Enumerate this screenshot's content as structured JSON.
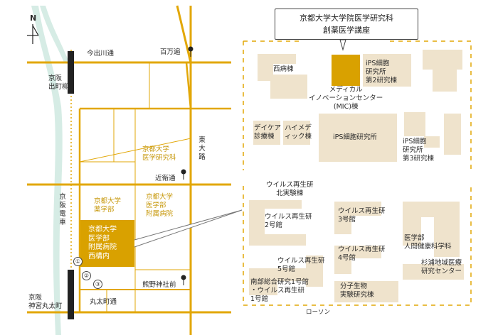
{
  "left_map": {
    "north": "N",
    "streets": {
      "imadegawa": "今出川通",
      "konoe": "近衛通",
      "marutamachi": "丸太町通",
      "higashioji": "東大路"
    },
    "landmarks": {
      "hyakumanben": "百万遍",
      "kumano_shrine": "熊野神社前"
    },
    "stations": {
      "demachiyanagi": "京阪\n出町柳",
      "keihan_line": "京阪電車",
      "jingu_marutamachi": "京阪\n神宮丸太町"
    },
    "exits": [
      "①",
      "②",
      "③"
    ],
    "areas": {
      "grad_med": "京都大学\n医学研究科",
      "pharm": "京都大学\n薬学部",
      "hospital": "京都大学\n医学部\n附属病院",
      "hospital_west": "京都大学\n医学部\n附属病院\n西構内"
    }
  },
  "callout": {
    "line1": "京都大学大学院医学研究科",
    "line2": "創薬医学講座"
  },
  "right_map": {
    "buildings": {
      "west_ward": "西病棟",
      "mic": "メディカル\nイノベーションセンター\n(MIC)棟",
      "ips2": "iPS細胞\n研究所\n第2研究棟",
      "daycare": "デイケア\n診療棟",
      "himedic": "ハイメデ\nィック棟",
      "ips": "iPS細胞研究所",
      "ips3": "iPS細胞\n研究所\n第3研究棟",
      "virus_n": "ウイルス再生研\n北実験棟",
      "virus2": "ウイルス再生研\n2号館",
      "virus3": "ウイルス再生研\n3号館",
      "virus4": "ウイルス再生研\n4号館",
      "virus5": "ウイルス再生研\n5号館",
      "south_res": "南部総合研究1号館\n・ウイルス再生研\n1号館",
      "mol_bio": "分子生物\n実験研究棟",
      "health": "医学部\n人間健康科学科",
      "sugiura": "杉浦地域医療\n研究センター",
      "lawson": "ローソン"
    }
  },
  "colors": {
    "gold": "#e2a707",
    "gold_fill": "#eabf3d",
    "highlight": "#d9a100",
    "beige": "#efe3cc",
    "rail": "#222222",
    "river": "#d6ece5",
    "callout_border": "#444444"
  }
}
